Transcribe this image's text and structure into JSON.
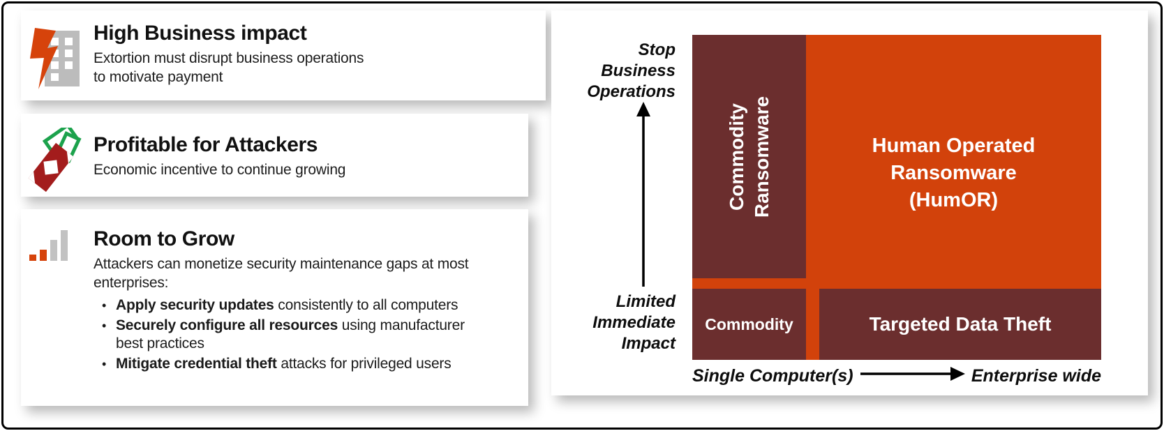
{
  "left_panel": {
    "cards": [
      {
        "icon": "building-lightning-icon",
        "title": "High Business impact",
        "body": "Extortion must disrupt business operations\nto motivate payment"
      },
      {
        "icon": "money-bills-icon",
        "title": "Profitable for Attackers",
        "body": "Economic incentive to continue growing"
      },
      {
        "icon": "growth-bars-icon",
        "title": "Room to Grow",
        "intro": "Attackers can monetize security maintenance gaps at most\nenterprises:",
        "bullets": [
          {
            "bold": "Apply security updates",
            "rest": " consistently to all computers"
          },
          {
            "bold": "Securely configure all resources",
            "rest": " using manufacturer\nbest practices"
          },
          {
            "bold": "Mitigate credential theft",
            "rest": " attacks for privileged users"
          }
        ]
      }
    ]
  },
  "chart": {
    "y_axis": {
      "top_label": "Stop\nBusiness\nOperations",
      "bottom_label": "Limited\nImmediate\nImpact"
    },
    "x_axis": {
      "left_label": "Single Computer(s)",
      "right_label": "Enterprise wide"
    },
    "quadrants": {
      "top_left": "Commodity\nRansomware",
      "top_right": "Human Operated\nRansomware\n(HumOR)",
      "bottom_left": "Commodity",
      "bottom_right": "Targeted Data Theft"
    },
    "colors": {
      "background_orange": "#d2420b",
      "block_maroon": "#6b2e2e",
      "quadrant_text": "#ffffff",
      "axis_text": "#0d0d0d",
      "icon_orange": "#d6430b",
      "icon_gray": "#bcbcbc",
      "money_red": "#a31c1c",
      "money_green": "#1ca24c"
    }
  }
}
